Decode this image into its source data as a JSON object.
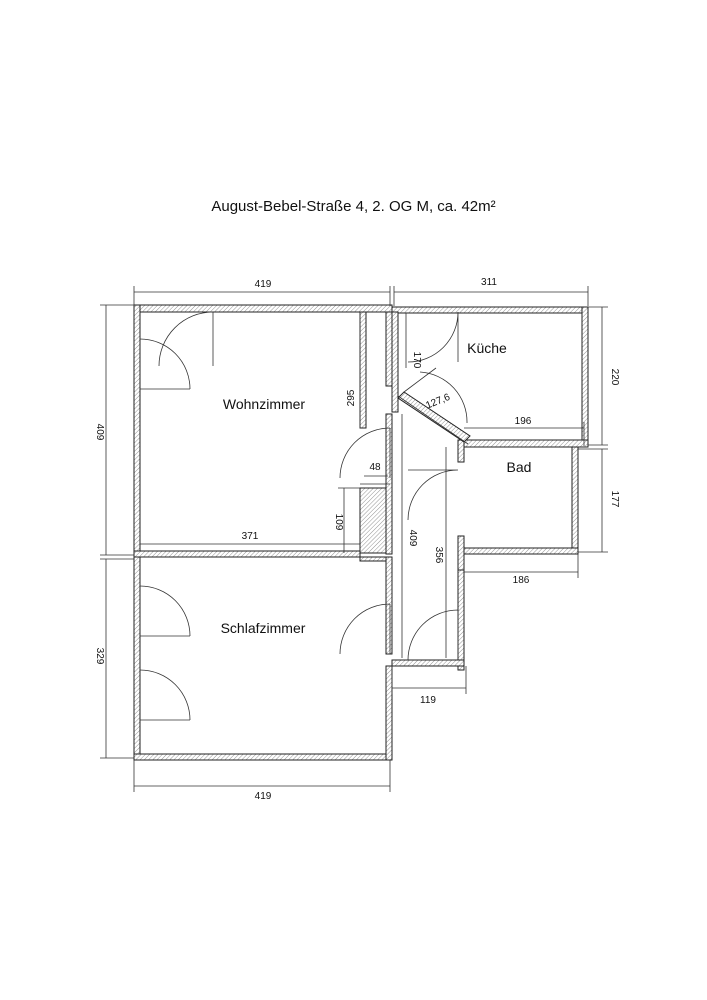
{
  "title": "August-Bebel-Straße 4, 2. OG M, ca. 42m²",
  "rooms": {
    "wohnzimmer": "Wohnzimmer",
    "kueche": "Küche",
    "bad": "Bad",
    "schlafzimmer": "Schlafzimmer"
  },
  "dimensions": {
    "top_left_width": "419",
    "top_right_width": "311",
    "left_upper_height": "409",
    "left_lower_height": "329",
    "wohnzimmer_height": "295",
    "wohnzimmer_width": "371",
    "niche_width": "48",
    "niche_height": "109",
    "kueche_height": "170",
    "kueche_right_height": "220",
    "door_diagonal": "127,6",
    "bad_top_width": "196",
    "bad_right_height": "177",
    "bad_bottom_width": "186",
    "hall_height": "409",
    "bad_door_height": "356",
    "hall_width": "119",
    "bottom_width": "419"
  }
}
